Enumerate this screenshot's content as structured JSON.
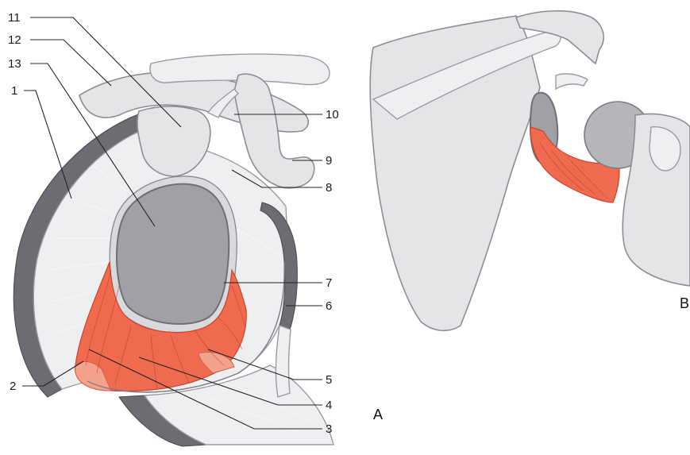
{
  "figure": {
    "panel_labels": {
      "a": "A",
      "b": "B"
    },
    "callouts": [
      {
        "id": "1",
        "text": "1"
      },
      {
        "id": "2",
        "text": "2"
      },
      {
        "id": "3",
        "text": "3"
      },
      {
        "id": "4",
        "text": "4"
      },
      {
        "id": "5",
        "text": "5"
      },
      {
        "id": "6",
        "text": "6"
      },
      {
        "id": "7",
        "text": "7"
      },
      {
        "id": "8",
        "text": "8"
      },
      {
        "id": "9",
        "text": "9"
      },
      {
        "id": "10",
        "text": "10"
      },
      {
        "id": "11",
        "text": "11"
      },
      {
        "id": "12",
        "text": "12"
      },
      {
        "id": "13",
        "text": "13"
      }
    ],
    "colors": {
      "muscle": "#ef6a4f",
      "bone": "#e4e5e7",
      "cartilage": "#9fa1a6",
      "cut_surface": "#6b6d72"
    }
  }
}
